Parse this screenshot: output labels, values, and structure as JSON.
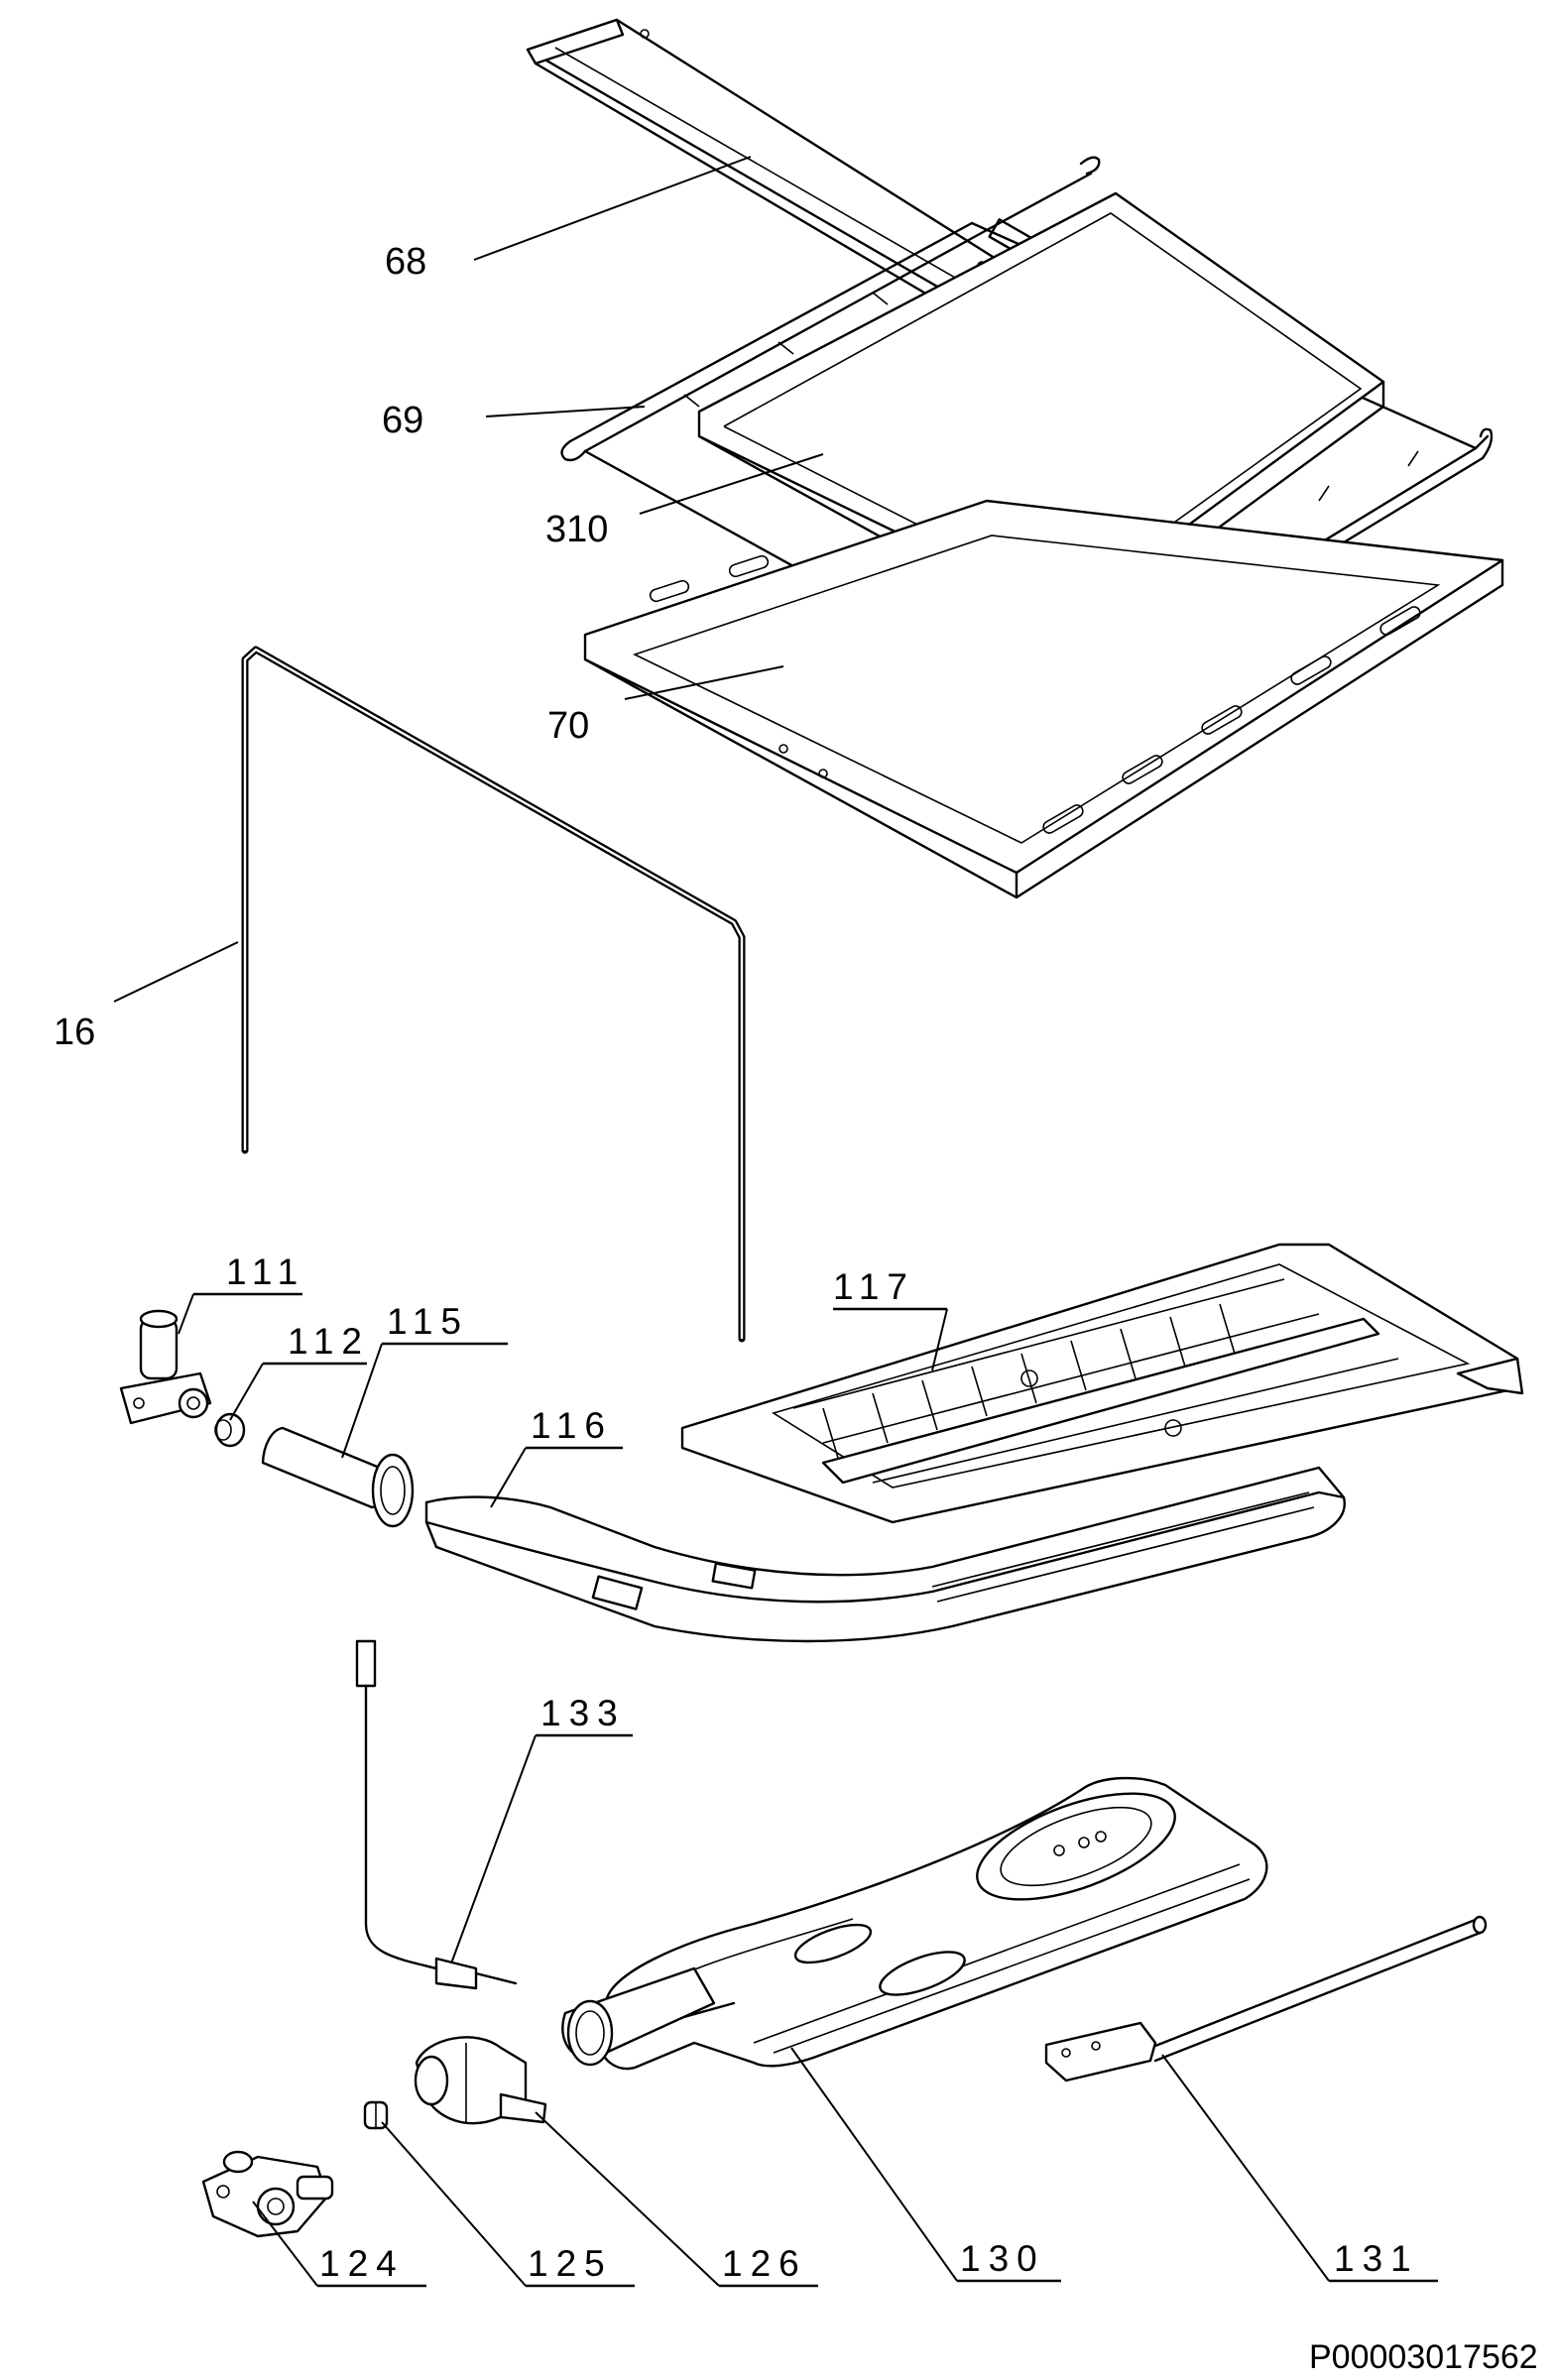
{
  "diagram": {
    "callouts": [
      {
        "id": "68",
        "text": "68"
      },
      {
        "id": "69",
        "text": "69"
      },
      {
        "id": "310",
        "text": "310"
      },
      {
        "id": "70",
        "text": "70"
      },
      {
        "id": "16",
        "text": "16"
      },
      {
        "id": "111",
        "text": "111"
      },
      {
        "id": "112",
        "text": "112"
      },
      {
        "id": "115",
        "text": "115"
      },
      {
        "id": "116",
        "text": "116"
      },
      {
        "id": "117",
        "text": "117"
      },
      {
        "id": "133",
        "text": "133"
      },
      {
        "id": "124",
        "text": "124"
      },
      {
        "id": "125",
        "text": "125"
      },
      {
        "id": "126",
        "text": "126"
      },
      {
        "id": "130",
        "text": "130"
      },
      {
        "id": "131",
        "text": "131"
      }
    ],
    "reference_code": "P00003017562"
  }
}
